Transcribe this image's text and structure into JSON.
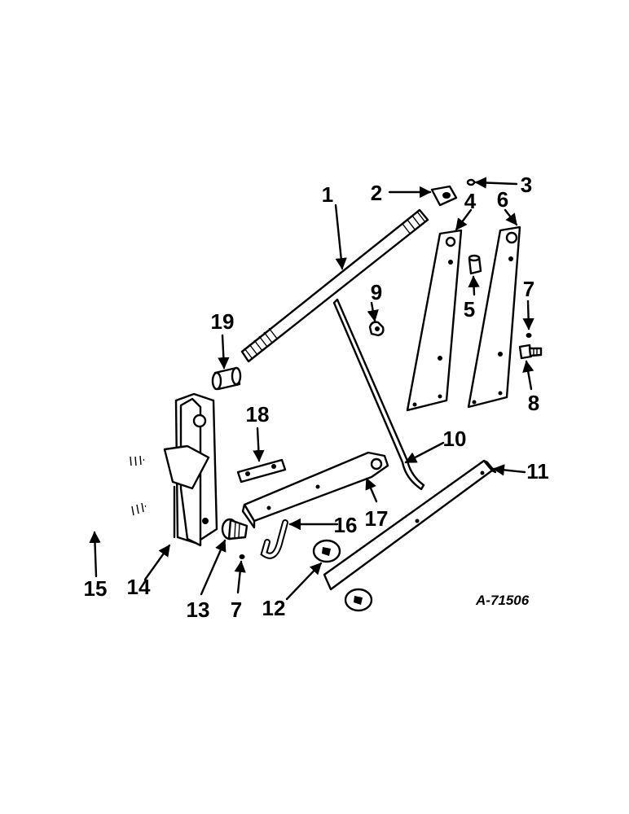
{
  "drawing_id": "A-71506",
  "parts": [
    {
      "key": "p1",
      "label": "1"
    },
    {
      "key": "p2",
      "label": "2"
    },
    {
      "key": "p3",
      "label": "3"
    },
    {
      "key": "p4",
      "label": "4"
    },
    {
      "key": "p5",
      "label": "5"
    },
    {
      "key": "p6",
      "label": "6"
    },
    {
      "key": "p7a",
      "label": "7"
    },
    {
      "key": "p8",
      "label": "8"
    },
    {
      "key": "p9",
      "label": "9"
    },
    {
      "key": "p10",
      "label": "10"
    },
    {
      "key": "p11",
      "label": "11"
    },
    {
      "key": "p12",
      "label": "12"
    },
    {
      "key": "p13",
      "label": "13"
    },
    {
      "key": "p7b",
      "label": "7"
    },
    {
      "key": "p14",
      "label": "14"
    },
    {
      "key": "p15",
      "label": "15"
    },
    {
      "key": "p16",
      "label": "16"
    },
    {
      "key": "p17",
      "label": "17"
    },
    {
      "key": "p18",
      "label": "18"
    },
    {
      "key": "p19",
      "label": "19"
    }
  ]
}
